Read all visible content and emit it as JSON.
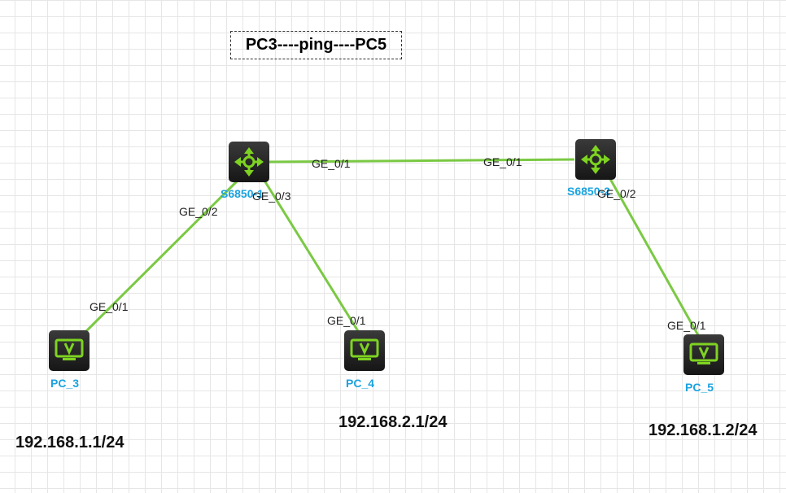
{
  "title": "PC3----ping----PC5",
  "colors": {
    "link": "#7ac943",
    "device_label": "#1aa3e0",
    "device_body": "#222222",
    "icon": "#7ed321"
  },
  "devices": {
    "sw1": {
      "name": "S6850-1",
      "icon": "router-switch-icon"
    },
    "sw2": {
      "name": "S6850-2",
      "icon": "router-switch-icon"
    },
    "pc3": {
      "name": "PC_3",
      "icon": "monitor-icon",
      "ip": "192.168.1.1/24"
    },
    "pc4": {
      "name": "PC_4",
      "icon": "monitor-icon",
      "ip": "192.168.2.1/24"
    },
    "pc5": {
      "name": "PC_5",
      "icon": "monitor-icon",
      "ip": "192.168.1.2/24"
    }
  },
  "ports": {
    "sw1_to_sw2": "GE_0/1",
    "sw2_to_sw1": "GE_0/1",
    "sw1_to_pc3": "GE_0/2",
    "pc3_to_sw1": "GE_0/1",
    "sw1_to_pc4": "GE_0/3",
    "pc4_to_sw1": "GE_0/1",
    "sw2_to_pc5": "GE_0/2",
    "pc5_to_sw2": "GE_0/1"
  }
}
